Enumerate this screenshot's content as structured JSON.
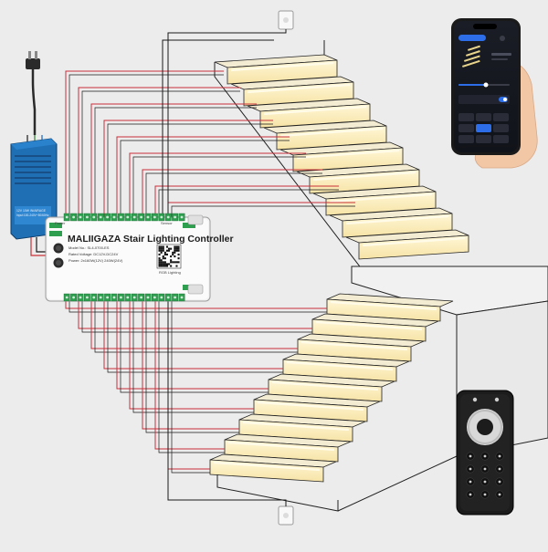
{
  "controller": {
    "title": "MALIIGAZA Stair Lighting Controller",
    "model": "Model No.: SL4-0700-ES",
    "voltage": "Rated Voltage: DC12V-DC24V",
    "power": "Power: 2x160W(12V) 240W(24V)",
    "sensor_label": "Sensor",
    "power_label": "Power",
    "qr_caption": "RGB Lighting"
  },
  "psu": {
    "label_line1": "12V 10W IN/AIRAGE",
    "label_line2": "Input:100-240V~50/60Hz"
  },
  "colors": {
    "wire_red": "#c9313a",
    "wire_black": "#1a1a1a",
    "led_warm": "#fff3c4",
    "psu_blue": "#1f6fb5",
    "terminal_green": "#2e9e4f"
  }
}
